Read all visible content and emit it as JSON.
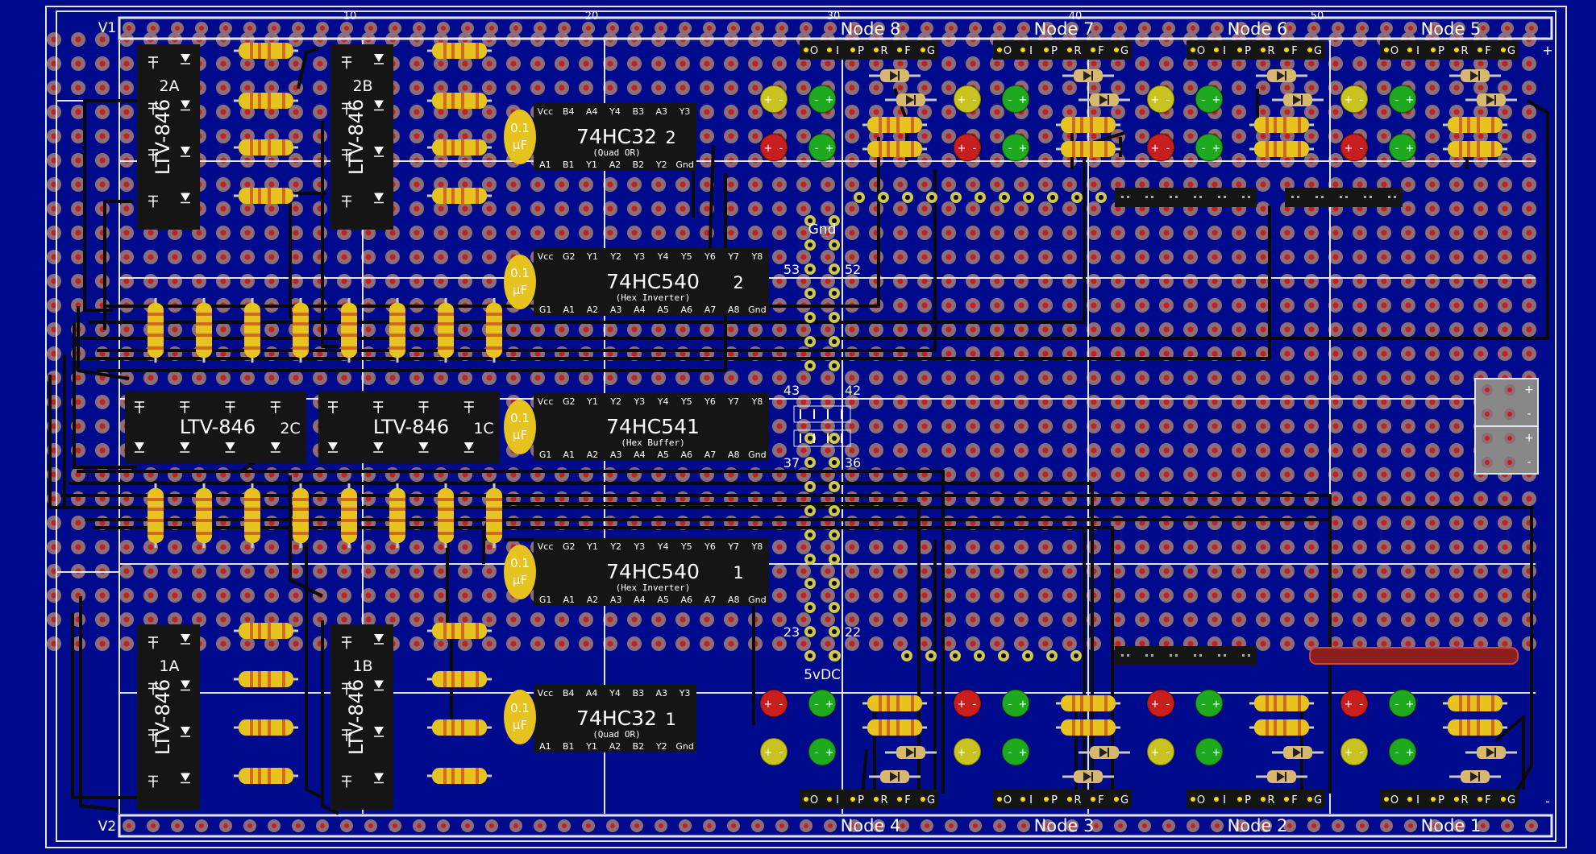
{
  "colors": {
    "background": "#000a8c",
    "pad": "#8c6e78",
    "pad_hole": "#c41e1e",
    "trace": "#0a0a0a",
    "grid_line": "#e6e6f0",
    "chip": "#151515",
    "capacitor": "#e6c31e",
    "resistor": "#e6c31e",
    "led_red": "#c81e1e",
    "led_green": "#1eaa1e",
    "led_yellow": "#c8c31e",
    "power_bar": "#8c1e1e"
  },
  "rails": {
    "top_label": "V1",
    "bottom_label": "V2"
  },
  "column_numbers": [
    "10",
    "20",
    "30",
    "40",
    "50"
  ],
  "side_marks": {
    "plus": "+",
    "minus": "-"
  },
  "labels": {
    "gnd": "Gnd",
    "power": "5vDC"
  },
  "header_numbers": [
    "53",
    "52",
    "43",
    "42",
    "37",
    "36",
    "23",
    "22"
  ],
  "nodes_top": [
    "Node 8",
    "Node 7",
    "Node 6",
    "Node 5"
  ],
  "nodes_bottom": [
    "Node 4",
    "Node 3",
    "Node 2",
    "Node 1"
  ],
  "node_pins": [
    "O",
    "I",
    "P",
    "R",
    "F",
    "G"
  ],
  "capacitor_label": [
    "0.1",
    "µF"
  ],
  "optocouplers": [
    {
      "name": "LTV-846",
      "tag": "2A"
    },
    {
      "name": "LTV-846",
      "tag": "2B"
    },
    {
      "name": "LTV-846",
      "tag": "2C"
    },
    {
      "name": "LTV-846",
      "tag": "1C"
    },
    {
      "name": "LTV-846",
      "tag": "1A"
    },
    {
      "name": "LTV-846",
      "tag": "1B"
    }
  ],
  "chips": [
    {
      "name": "74HC32",
      "num": "2",
      "sub": "(Quad OR)",
      "top": [
        "Vcc",
        "B4",
        "A4",
        "Y4",
        "B3",
        "A3",
        "Y3"
      ],
      "bottom": [
        "A1",
        "B1",
        "Y1",
        "A2",
        "B2",
        "Y2",
        "Gnd"
      ]
    },
    {
      "name": "74HC540",
      "num": "2",
      "sub": "(Hex Inverter)",
      "top": [
        "Vcc",
        "G2",
        "Y1",
        "Y2",
        "Y3",
        "Y4",
        "Y5",
        "Y6",
        "Y7",
        "Y8"
      ],
      "bottom": [
        "G1",
        "A1",
        "A2",
        "A3",
        "A4",
        "A5",
        "A6",
        "A7",
        "A8",
        "Gnd"
      ]
    },
    {
      "name": "74HC541",
      "num": "",
      "sub": "(Hex Buffer)",
      "top": [
        "Vcc",
        "G2",
        "Y1",
        "Y2",
        "Y3",
        "Y4",
        "Y5",
        "Y6",
        "Y7",
        "Y8"
      ],
      "bottom": [
        "G1",
        "A1",
        "A2",
        "A3",
        "A4",
        "A5",
        "A6",
        "A7",
        "A8",
        "Gnd"
      ]
    },
    {
      "name": "74HC540",
      "num": "1",
      "sub": "(Hex Inverter)",
      "top": [
        "Vcc",
        "G2",
        "Y1",
        "Y2",
        "Y3",
        "Y4",
        "Y5",
        "Y6",
        "Y7",
        "Y8"
      ],
      "bottom": [
        "G1",
        "A1",
        "A2",
        "A3",
        "A4",
        "A5",
        "A6",
        "A7",
        "A8",
        "Gnd"
      ]
    },
    {
      "name": "74HC32",
      "num": "1",
      "sub": "(Quad OR)",
      "top": [
        "Vcc",
        "B4",
        "A4",
        "Y4",
        "B3",
        "A3",
        "Y3"
      ],
      "bottom": [
        "A1",
        "B1",
        "Y1",
        "A2",
        "B2",
        "Y2",
        "Gnd"
      ]
    }
  ]
}
